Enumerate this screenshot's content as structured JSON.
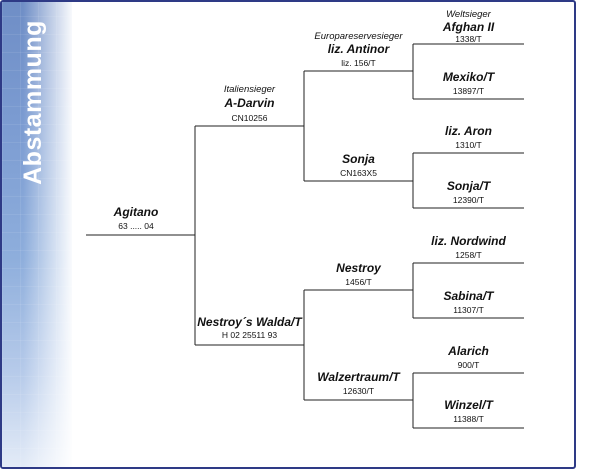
{
  "sidebar": {
    "title": "Abstammung"
  },
  "pedigree": {
    "subject": {
      "name": "Agitano",
      "reg": "63 ..... 04"
    },
    "sire": {
      "title": "Italiensieger",
      "name": "A-Darvin",
      "reg": "CN10256"
    },
    "dam": {
      "name": "Nestroy´s Walda/T",
      "reg": "H 02 25511 93"
    },
    "sire_sire": {
      "title": "Europareservesieger",
      "name": "liz. Antinor",
      "reg": "liz. 156/T"
    },
    "sire_dam": {
      "name": "Sonja",
      "reg": "CN163X5"
    },
    "dam_sire": {
      "name": "Nestroy",
      "reg": "1456/T"
    },
    "dam_dam": {
      "name": "Walzertraum/T",
      "reg": "12630/T"
    },
    "g1": {
      "title": "Weltsieger",
      "name": "Afghan II",
      "reg": "1338/T"
    },
    "g2": {
      "name": "Mexiko/T",
      "reg": "13897/T"
    },
    "g3": {
      "name": "liz. Aron",
      "reg": "1310/T"
    },
    "g4": {
      "name": "Sonja/T",
      "reg": "12390/T"
    },
    "g5": {
      "name": "liz. Nordwind",
      "reg": "1258/T"
    },
    "g6": {
      "name": "Sabina/T",
      "reg": "11307/T"
    },
    "g7": {
      "name": "Alarich",
      "reg": "900/T"
    },
    "g8": {
      "name": "Winzel/T",
      "reg": "11388/T"
    }
  },
  "colors": {
    "frame": "#2e3a86",
    "sidebar": "#7b9bd1",
    "line": "#222222"
  }
}
